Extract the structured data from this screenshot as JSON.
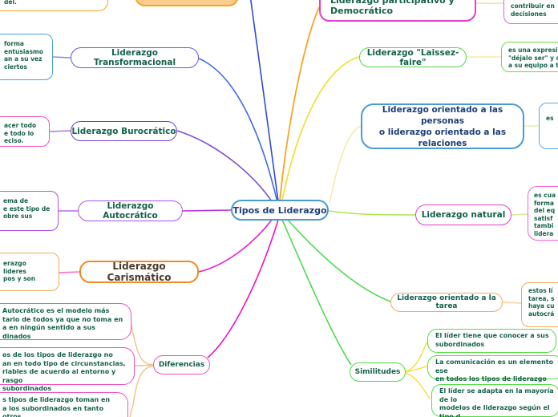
{
  "center": {
    "label": "Tipos de Liderazgo"
  },
  "left": {
    "transformacional": {
      "label": "Liderazgo Transformacional",
      "leaf": "forma\nentusiasmo\nan a su vez\nciertos"
    },
    "burocratico": {
      "label": "Liderazgo Burocrático",
      "leaf": "acer todo\ne todo lo\neciso."
    },
    "autocratico": {
      "label": "Liderazgo Autocrático",
      "leaf": "ema de\ne este tipo de\nobre sus"
    },
    "carismatico": {
      "label": "Liderazgo Carismático",
      "leaf": "erazgo\nlideres\npos y son"
    },
    "diferencias": {
      "label": "Diferencias",
      "leaves": [
        {
          "text": "Autocrático es el modelo más\ntario de todos ya que no toma en\na en ningún sentido a sus\ndinados"
        },
        {
          "text": "os de los tipos  de liderazgo no\nan en todo tipo de circunstancias,\nriables de acuerdo al entorno y rasgo\nsubordinados"
        },
        {
          "text": "s tipos de liderazgo toman en\na los subordinados  en tanto otros\nsu participación u opinión"
        }
      ]
    }
  },
  "right": {
    "democratico": {
      "label": "Liderazgo participativo y\nDemocrático",
      "leaf": "contribuir en\ndecisiones"
    },
    "laissez": {
      "label": "Liderazgo \"Laissez-faire\"",
      "leaf": "es una expresión\n\"déjalo ser\" y de\na su equipo a tra"
    },
    "personas": {
      "label": "Liderazgo orientado a las personas\no liderazgo orientado a las\nrelaciones",
      "leaf": "es"
    },
    "natural": {
      "label": "Liderazgo natural",
      "leaf": "es cua\nforma\ndel eq\nsatisf\ntambi\nlidera"
    },
    "tarea": {
      "label": "Liderazgo orientado a la tarea",
      "leaf": "estos lí\ntarea, s\nhaya cu\nautocrá"
    },
    "similitudes": {
      "label": "Similitudes",
      "leaves": [
        {
          "text": "El líder tiene que conocer a sus\nsubordinados"
        },
        {
          "text": "La comunicación es un elemento ese\nen todos los tipos de liderazgo"
        },
        {
          "text": "El líder se adapta en la mayoría de lo\nmodelos de liderazgo según el tipo d\na desarrollar."
        }
      ]
    }
  },
  "fragments": {
    "top_left": "del."
  },
  "palette": {
    "center_border": "#4A9BD4",
    "transformacional_border": "#5B5BE0",
    "burocratico_border": "#7040D0",
    "autocratico_border": "#A855E8",
    "carismatico_border": "#F08A24",
    "magenta": "#E91ECB",
    "pink": "#F050C0",
    "orange_line": "#F5A623",
    "yellow_line": "#EFE23F",
    "green_line": "#4BDB4B",
    "blue_line": "#4169E1",
    "purple_line": "#7A4FD6",
    "green_text": "#14614A",
    "navy_text": "#1C3F77",
    "brown_text": "#4E3A28"
  }
}
